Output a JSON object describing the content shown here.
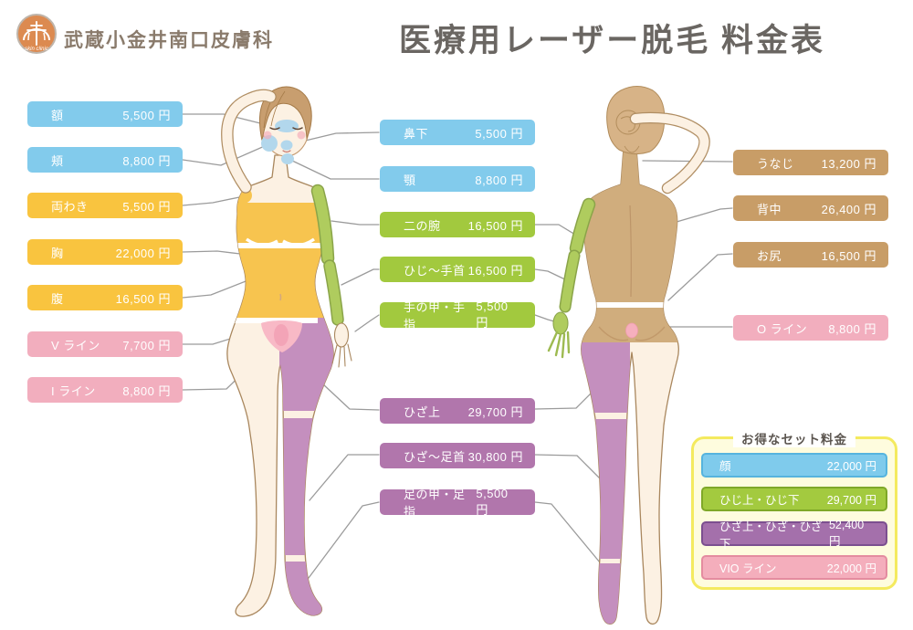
{
  "header": {
    "clinic_name": "武蔵小金井南口皮膚科",
    "logo_text": "skin clinic",
    "title": "医療用レーザー脱毛 料金表"
  },
  "palette": {
    "blue": "#82CBEC",
    "yellow": "#F9C43F",
    "green": "#A2C93E",
    "purple": "#B176AC",
    "tan": "#C89D67",
    "pink": "#F2AEBE",
    "set_box_bg": "#FEFCDE",
    "set_box_border": "#F4EA5F",
    "connector_line": "#9B9B9B",
    "title_text": "#6A6662",
    "clinic_text": "#8A7B6C",
    "skin": "#FCF1E3",
    "body_tan": "#D0AD7D",
    "leg_purple": "#C48FBE",
    "arm_green": "#AFCC5E",
    "face_patch_blue": "#B2D7EC",
    "v_zone_pink": "#F8B9C6"
  },
  "columns": {
    "left": [
      {
        "name": "額",
        "price": "5,500 円",
        "color": "blue"
      },
      {
        "name": "頬",
        "price": "8,800 円",
        "color": "blue"
      },
      {
        "name": "両わき",
        "price": "5,500 円",
        "color": "yellow"
      },
      {
        "name": "胸",
        "price": "22,000 円",
        "color": "yellow"
      },
      {
        "name": "腹",
        "price": "16,500 円",
        "color": "yellow"
      },
      {
        "name": "V ライン",
        "price": "7,700 円",
        "color": "pink"
      },
      {
        "name": "I ライン",
        "price": "8,800 円",
        "color": "pink"
      }
    ],
    "middle": [
      {
        "name": "鼻下",
        "price": "5,500 円",
        "color": "blue"
      },
      {
        "name": "顎",
        "price": "8,800 円",
        "color": "blue"
      },
      {
        "name": "二の腕",
        "price": "16,500 円",
        "color": "green"
      },
      {
        "name": "ひじ〜手首",
        "price": "16,500 円",
        "color": "green"
      },
      {
        "name": "手の甲・手指",
        "price": "5,500 円",
        "color": "green"
      },
      {
        "name": "ひざ上",
        "price": "29,700 円",
        "color": "purple"
      },
      {
        "name": "ひざ〜足首",
        "price": "30,800 円",
        "color": "purple"
      },
      {
        "name": "足の甲・足指",
        "price": "5,500 円",
        "color": "purple"
      }
    ],
    "right": [
      {
        "name": "うなじ",
        "price": "13,200 円",
        "color": "tan"
      },
      {
        "name": "背中",
        "price": "26,400 円",
        "color": "tan"
      },
      {
        "name": "お尻",
        "price": "16,500 円",
        "color": "tan"
      },
      {
        "name": "O ライン",
        "price": "8,800 円",
        "color": "pink"
      }
    ]
  },
  "set_box": {
    "title": "お得なセット料金",
    "items": [
      {
        "name": "顔",
        "price": "22,000 円",
        "color": "blue"
      },
      {
        "name": "ひじ上・ひじ下",
        "price": "29,700 円",
        "color": "green"
      },
      {
        "name": "ひざ上・ひざ・ひざ下",
        "price": "52,400 円",
        "color": "purple"
      },
      {
        "name": "VIO ライン",
        "price": "22,000 円",
        "color": "pink"
      }
    ]
  }
}
